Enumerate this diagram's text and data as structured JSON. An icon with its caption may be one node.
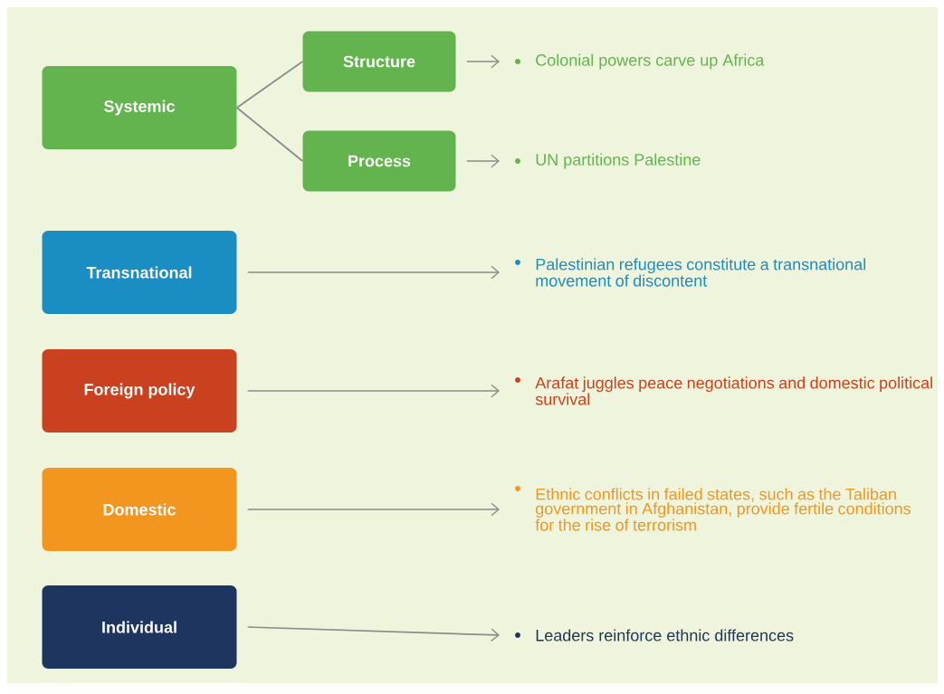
{
  "diagram": {
    "nodes": [
      {
        "text": [
          "Systemic"
        ]
      },
      {
        "text": [
          "Structure"
        ]
      },
      {
        "text": [
          "Process"
        ]
      },
      {
        "text": [
          "Colonial powers carve up Africa"
        ]
      },
      {
        "text": [
          "UN partitions Palestine"
        ]
      },
      {
        "text": [
          "Transnational"
        ]
      },
      {
        "text": [
          "Palestinian refugees constitute a transnational movement of discontent"
        ]
      },
      {
        "text": [
          "Foreign policy"
        ]
      },
      {
        "text": [
          "Arafat juggles peace negotiations and domestic political survival"
        ]
      },
      {
        "text": [
          "Domestic"
        ]
      },
      {
        "text": [
          "Ethnic conflicts in failed states, such as the Taliban government in Afghanistan, provide fertile conditions for the rise of terrorism"
        ]
      },
      {
        "text": [
          "Individual"
        ]
      },
      {
        "text": [
          "Leaders reinforce ethnic differences"
        ]
      }
    ],
    "edges": [
      {
        "from": 0,
        "to": 1,
        "arrow": "none"
      },
      {
        "from": 0,
        "to": 2,
        "arrow": "none"
      },
      {
        "from": 1,
        "to": 3,
        "arrow": "to"
      },
      {
        "from": 2,
        "to": 4,
        "arrow": "to"
      },
      {
        "from": 5,
        "to": 6,
        "arrow": "to"
      },
      {
        "from": 7,
        "to": 8,
        "arrow": "to"
      },
      {
        "from": 9,
        "to": 10,
        "arrow": "to"
      },
      {
        "from": 11,
        "to": 12,
        "arrow": "to"
      }
    ]
  }
}
